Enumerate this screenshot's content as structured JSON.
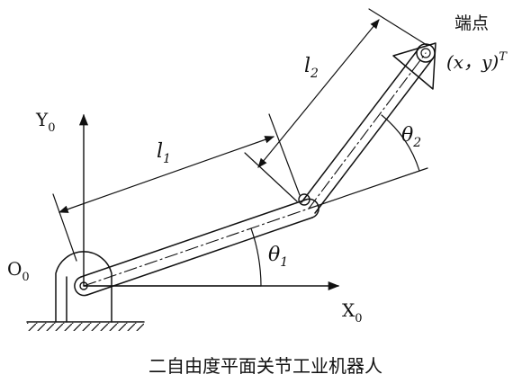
{
  "labels": {
    "endpoint": "端点",
    "endpoint_coord": "(x，y)",
    "endpoint_coord_sup": "T",
    "y_axis": "Y",
    "y_axis_sub": "0",
    "x_axis": "X",
    "x_axis_sub": "0",
    "origin": "O",
    "origin_sub": "0",
    "link1": "l",
    "link1_sub": "1",
    "link2": "l",
    "link2_sub": "2",
    "theta1": "θ",
    "theta1_sub": "1",
    "theta2": "θ",
    "theta2_sub": "2"
  },
  "caption": "二自由度平面关节工业机器人",
  "colors": {
    "ink": "#111111",
    "background": "#ffffff"
  }
}
